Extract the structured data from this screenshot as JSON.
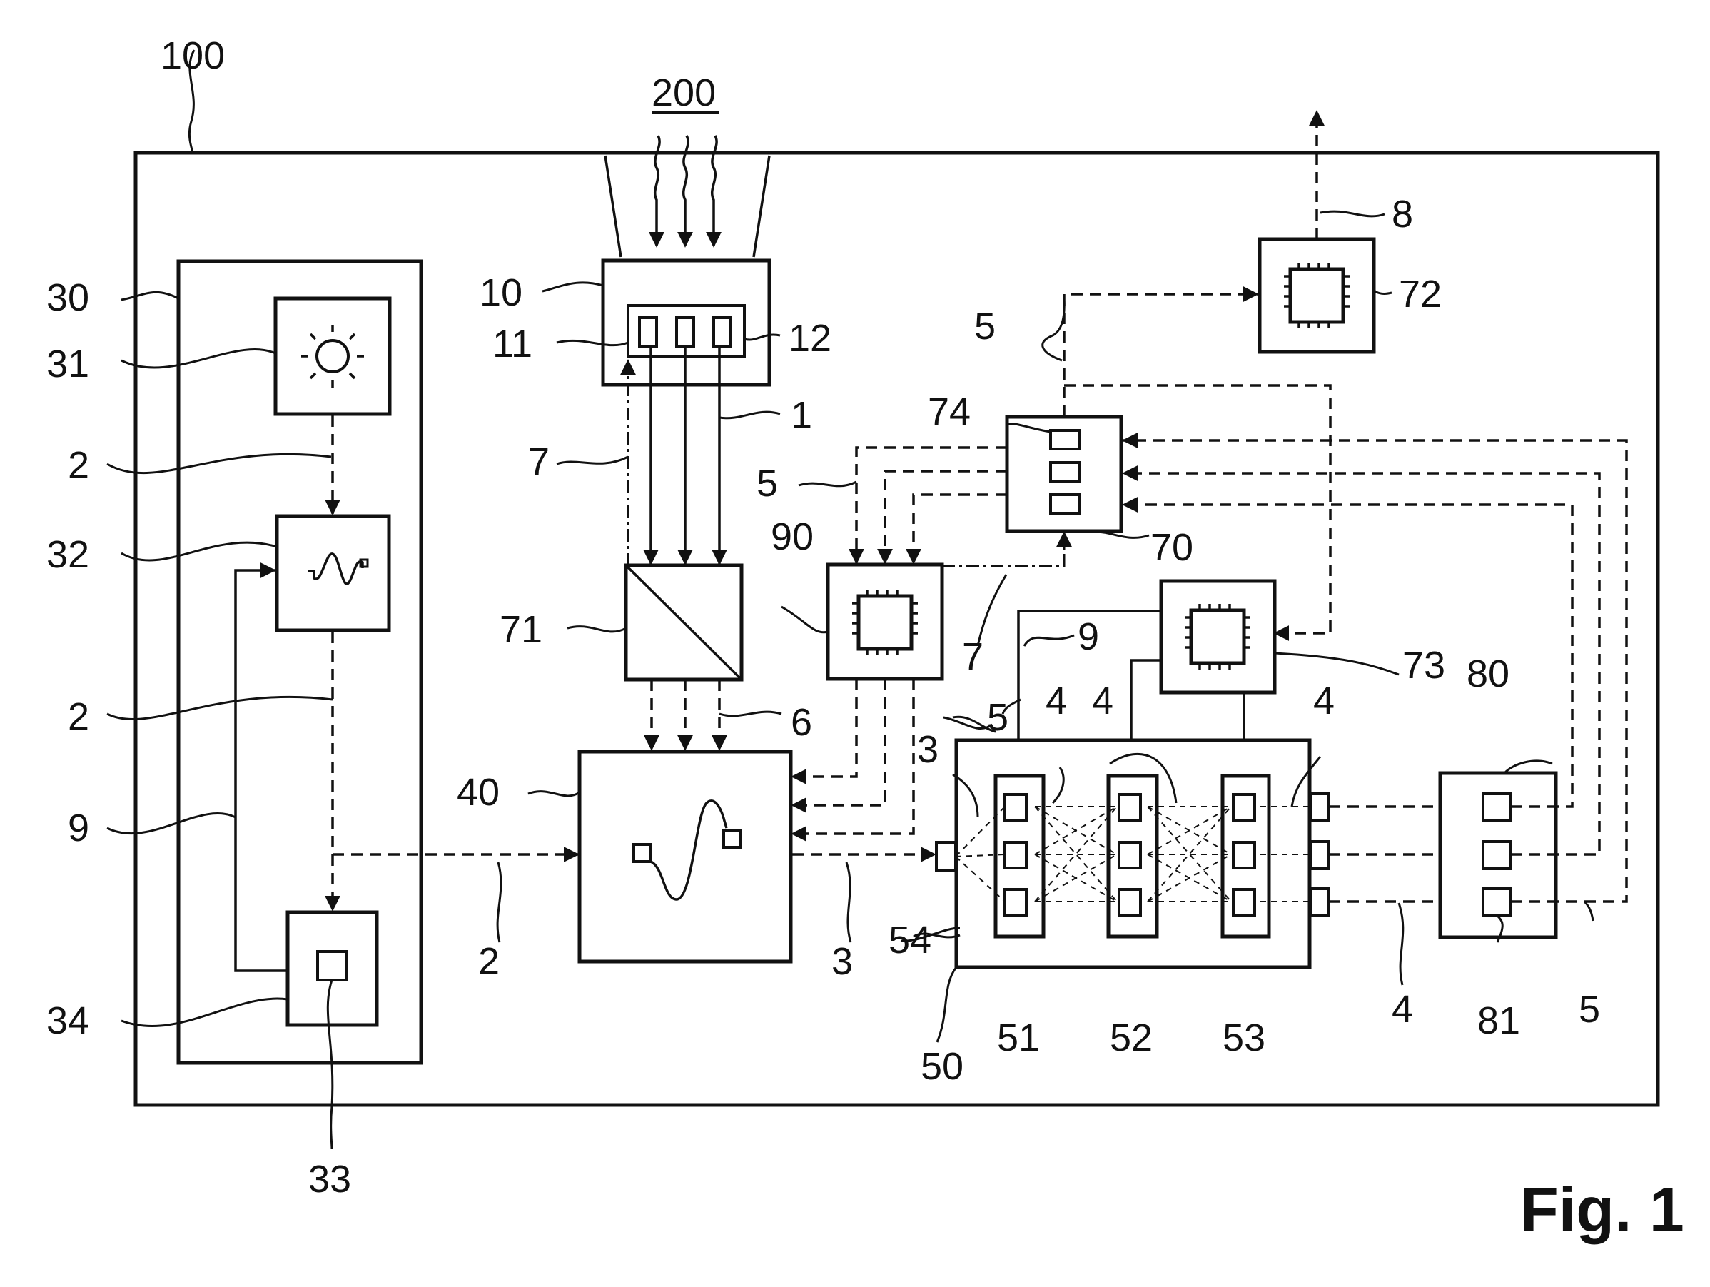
{
  "figure": {
    "caption": "Fig. 1"
  },
  "labels": {
    "l100": "100",
    "l200": "200",
    "l30": "30",
    "l31": "31",
    "l32": "32",
    "l33": "33",
    "l34": "34",
    "l2a": "2",
    "l2b": "2",
    "l2c": "2",
    "l9a": "9",
    "l9b": "9",
    "l10": "10",
    "l11": "11",
    "l12": "12",
    "l1": "1",
    "l7a": "7",
    "l7b": "7",
    "l71": "71",
    "l6": "6",
    "l40": "40",
    "l3a": "3",
    "l3b": "3",
    "l5a": "5",
    "l5b": "5",
    "l5c": "5",
    "l5d": "5",
    "l90": "90",
    "l74": "74",
    "l70": "70",
    "l72": "72",
    "l8": "8",
    "l73": "73",
    "l4a": "4",
    "l4b": "4",
    "l4c": "4",
    "l4d": "4",
    "l80": "80",
    "l81": "81",
    "l50": "50",
    "l51": "51",
    "l52": "52",
    "l53": "53",
    "l54": "54"
  }
}
